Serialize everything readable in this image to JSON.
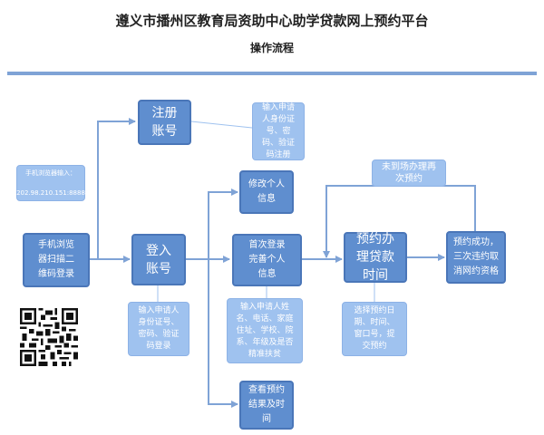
{
  "title": "遵义市播州区教育局资助中心助学贷款网上预约平台",
  "subtitle": "操作流程",
  "nodes": {
    "browser_input": "手机浏览器输入：\n\n202.98.210.151:8888",
    "scan_login": "手机浏览\n器扫描二\n维码登录",
    "register": "注册\n账号",
    "register_note": "输入申请\n人身份证\n号、密\n码、验证\n码注册",
    "login": "登入\n账号",
    "login_note": "输入申请人\n身份证号、\n密码、验证\n码登录",
    "modify_info": "修改个人\n信息",
    "first_login": "首次登录\n完善个人\n信息",
    "first_login_note": "输入申请人姓\n名、电话、家庭\n住址、学校、院\n系、年级及是否\n精准扶贫",
    "view_result": "查看预约\n结果及时\n间",
    "reserve": "预约办\n理贷款\n时间",
    "reserve_note": "选择预约日\n期、时间、\n窗口号，提\n交预约",
    "success": "预约成功，\n三次违约取\n消网约资格",
    "no_show": "未到场办理再\n次预约"
  },
  "colors": {
    "dark_box": "#5f8ecf",
    "light_box": "#9fc2ef",
    "arrow": "#7fa3d6"
  }
}
